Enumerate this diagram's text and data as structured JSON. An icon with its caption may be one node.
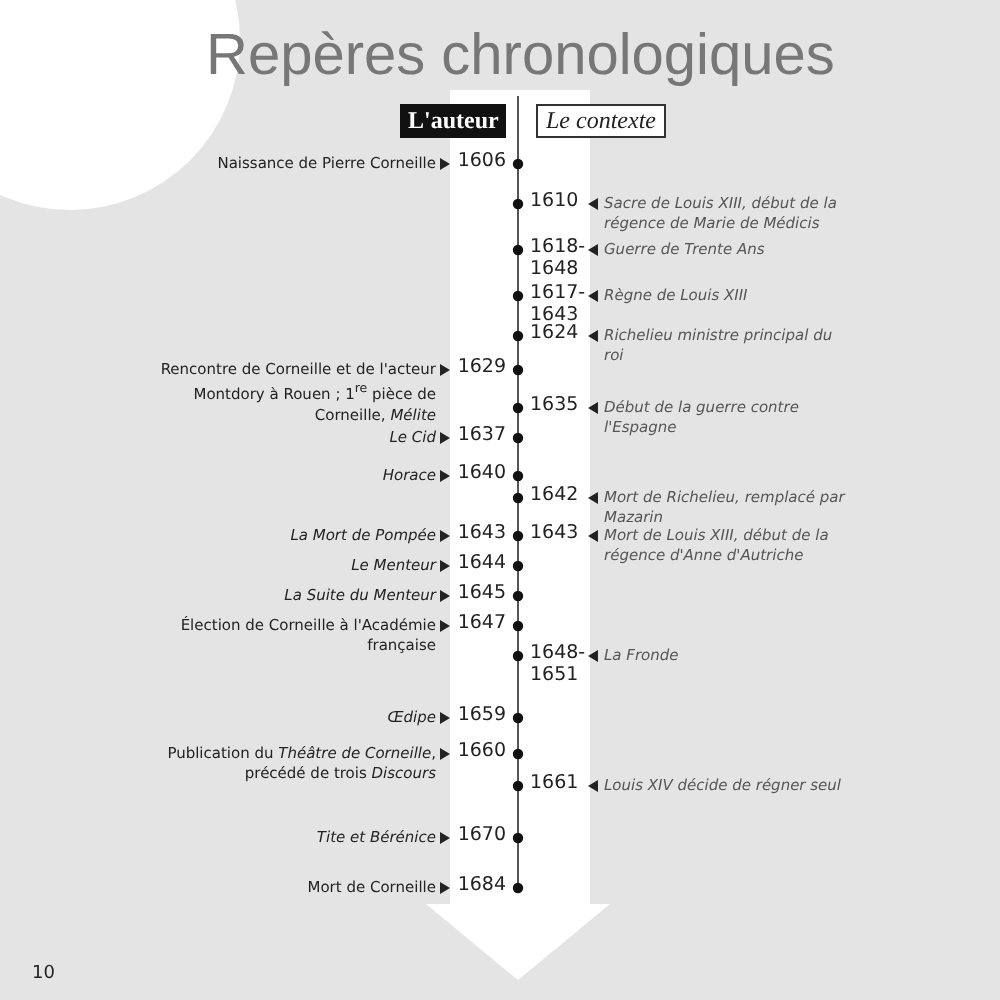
{
  "diagram": {
    "title": "Repères chronologiques",
    "labels": [
      "L'auteur",
      "Le contexte",
      "Naissance de Pierre Corneille",
      "1606",
      "1610",
      "Sacre de Louis XIII, début de la régence de Marie de Médicis",
      "1618- 1648",
      "Guerre de Trente Ans",
      "1617- 1643",
      "Règne de Louis XIII",
      "1624",
      "Richelieu ministre principal du roi",
      "Rencontre de Corneille et de l'acteur Montdory à Rouen ; 1$^{re}$ pièce de Corneille, *Mélite*",
      "1629",
      "1635",
      "Début de la guerre contre l'Espagne",
      "Le Cid",
      "1637",
      "Horace",
      "1640",
      "1642",
      "Mort de Richelieu, remplacé par Mazarin",
      "La Mort de Pompée",
      "1643",
      "1643",
      "Mort de Louis XIII, début de la régence d'Anne d'Autriche",
      "Le Menteur",
      "1644",
      "La Suite du Menteur",
      "1645",
      "Élection de Corneille à l'Académie française",
      "1647",
      "1648- 1651",
      "La Fronde",
      "Œdipe",
      "1659",
      "Publication du *Théâtre de Corneille*, précédé de trois *Discours*",
      "1660",
      "1661",
      "Louis XIV décide de régner seul",
      "Tite et Bérénice",
      "1670",
      "Mort de Corneille",
      "1684",
      "10"
    ]
  }
}
